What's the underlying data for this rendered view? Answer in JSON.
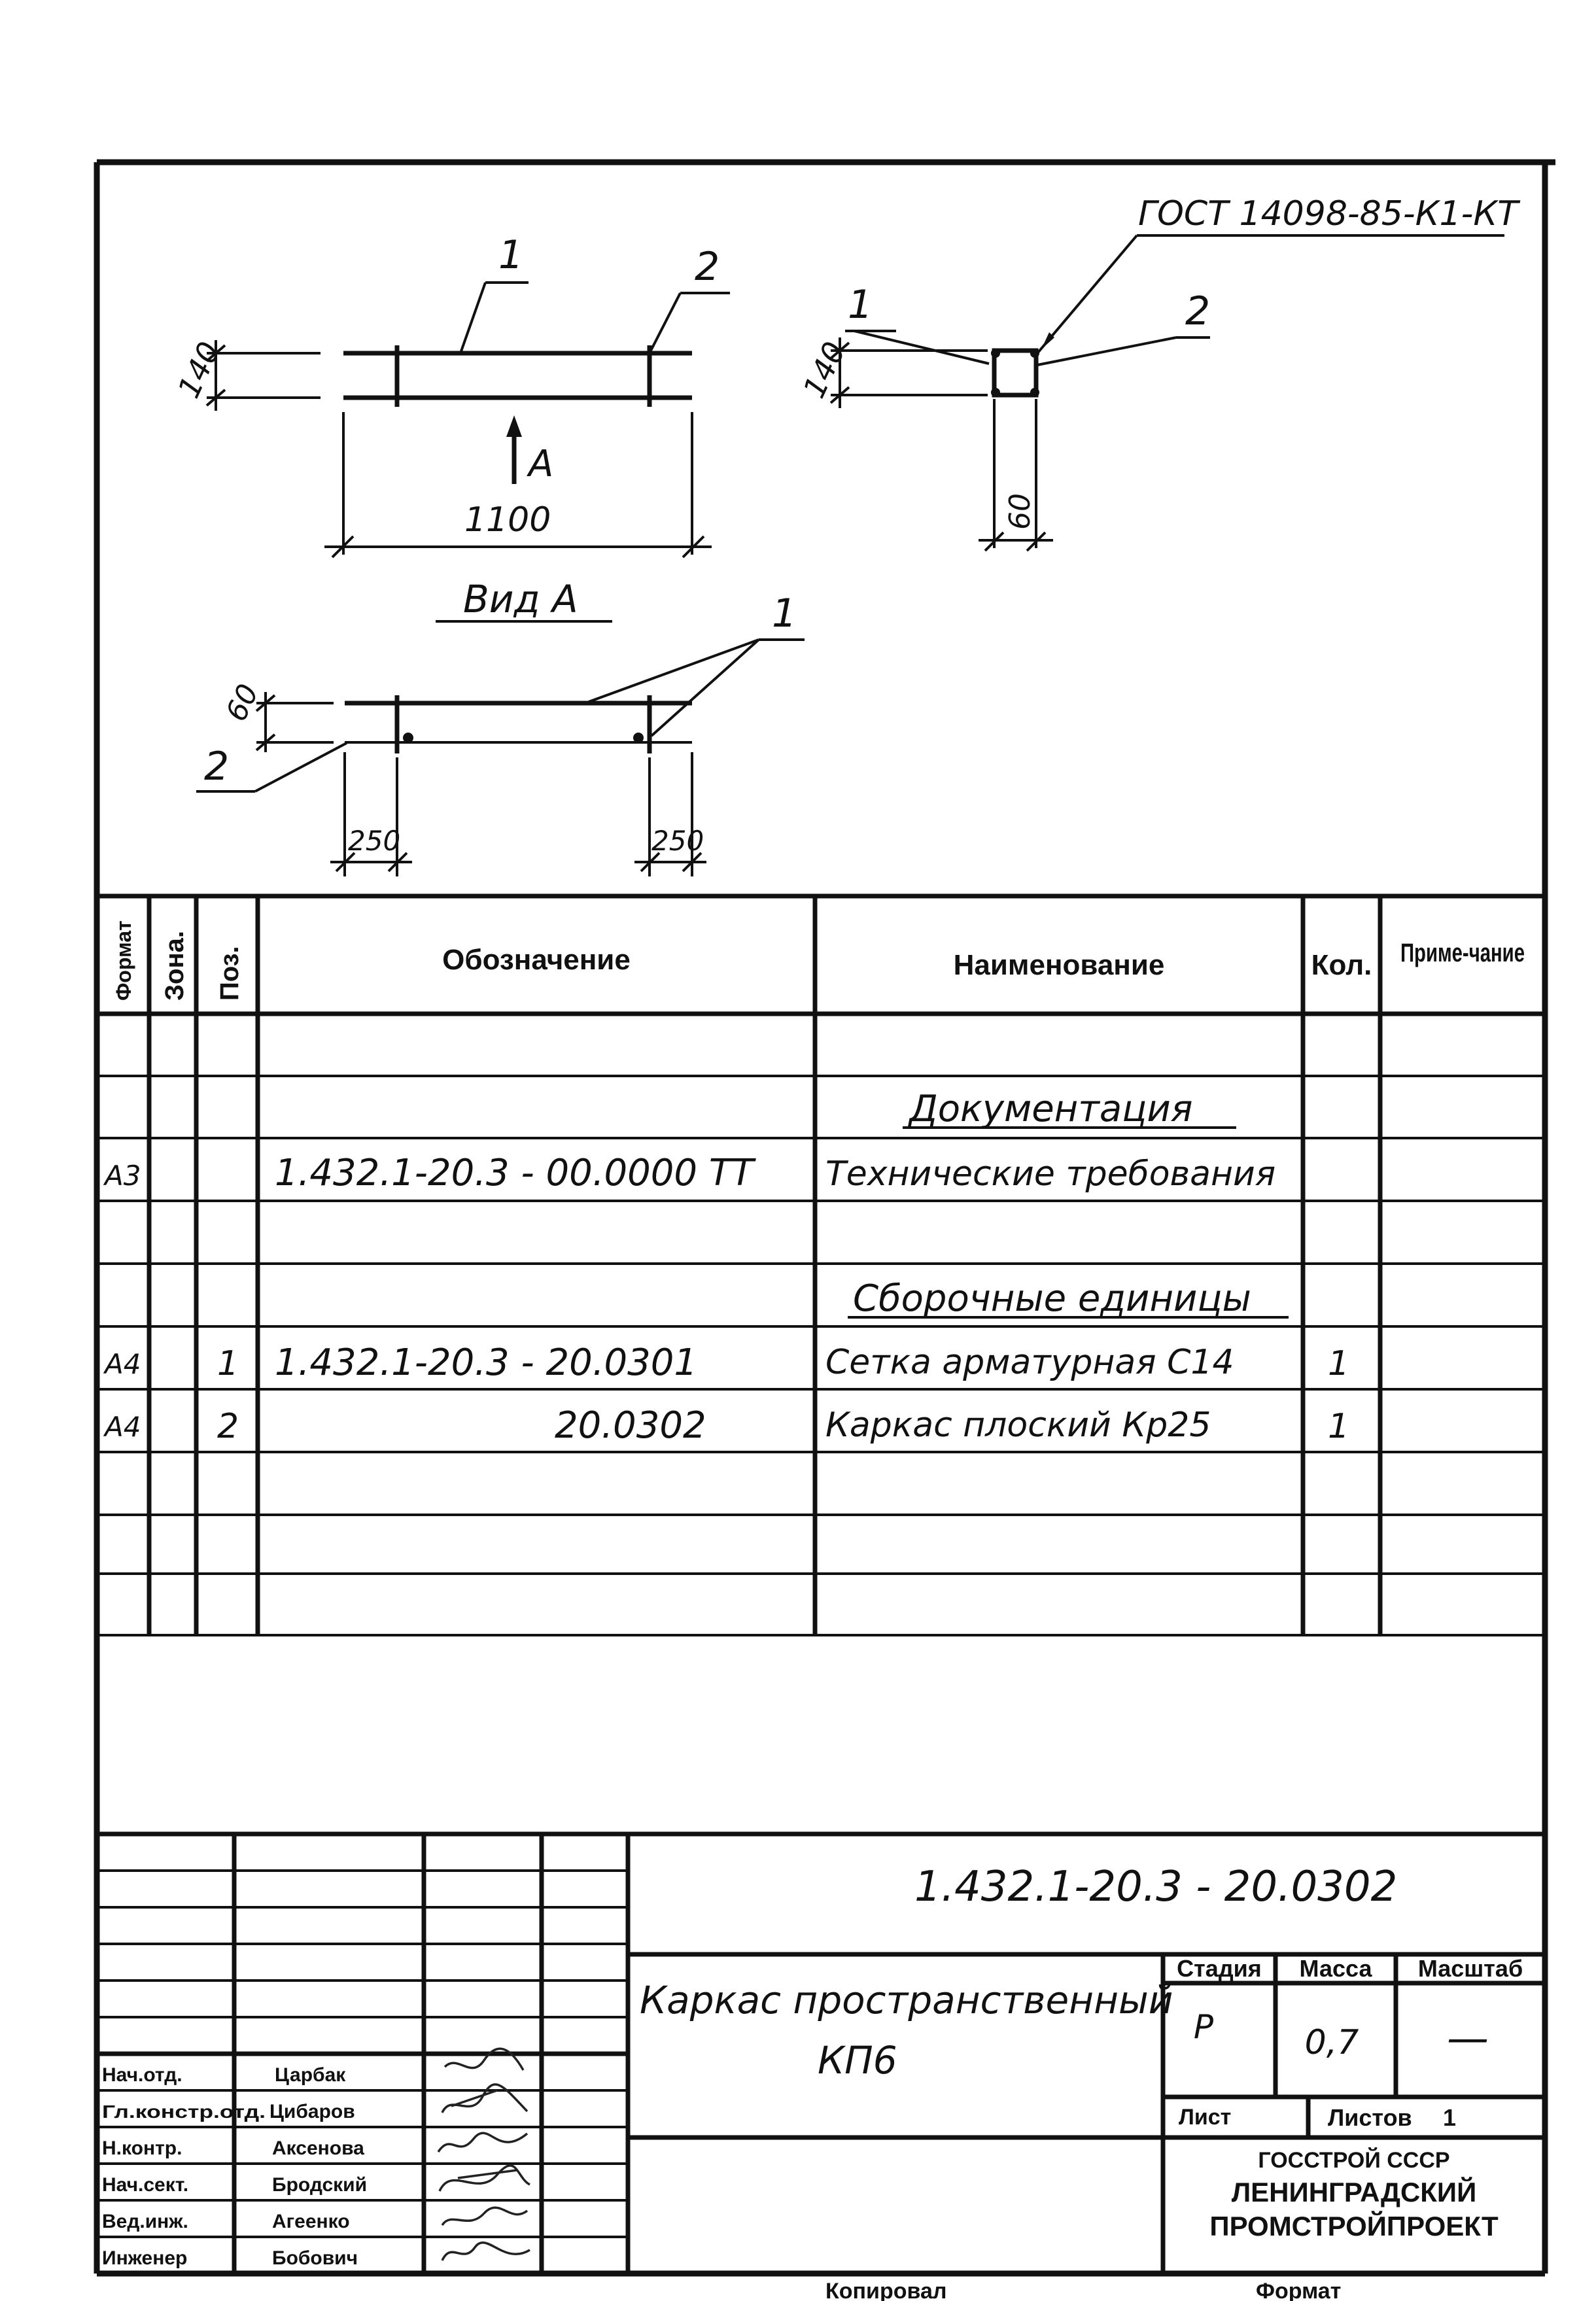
{
  "drawing": {
    "gost_label": "ГОСТ 14098-85-К1-КТ",
    "leader_1": "1",
    "leader_2": "2",
    "dim_140": "140",
    "dim_60": "60",
    "dim_1100": "1100",
    "dim_250": "250",
    "view_arrow": "А",
    "view_title": "Вид А"
  },
  "spec_table": {
    "headers": {
      "format": "Формат",
      "zone": "Зона.",
      "pos": "Поз.",
      "designation": "Обозначение",
      "name": "Наименование",
      "qty": "Кол.",
      "note": "Приме-чание"
    },
    "rows": [
      {
        "format": "",
        "zone": "",
        "pos": "",
        "designation": "",
        "name": "",
        "qty": "",
        "note": ""
      },
      {
        "format": "",
        "zone": "",
        "pos": "",
        "designation": "",
        "name": "Документация",
        "qty": "",
        "note": ""
      },
      {
        "format": "А3",
        "zone": "",
        "pos": "",
        "designation": "1.432.1-20.3 - 00.0000 ТТ",
        "name": "Технические требования",
        "qty": "",
        "note": ""
      },
      {
        "format": "",
        "zone": "",
        "pos": "",
        "designation": "",
        "name": "",
        "qty": "",
        "note": ""
      },
      {
        "format": "",
        "zone": "",
        "pos": "",
        "designation": "",
        "name": "Сборочные единицы",
        "qty": "",
        "note": ""
      },
      {
        "format": "А4",
        "zone": "",
        "pos": "1",
        "designation": "1.432.1-20.3 - 20.0301",
        "name": "Сетка арматурная С14",
        "qty": "1",
        "note": ""
      },
      {
        "format": "А4",
        "zone": "",
        "pos": "2",
        "designation": "20.0302",
        "name": "Каркас плоский Кр25",
        "qty": "1",
        "note": ""
      },
      {
        "format": "",
        "zone": "",
        "pos": "",
        "designation": "",
        "name": "",
        "qty": "",
        "note": ""
      },
      {
        "format": "",
        "zone": "",
        "pos": "",
        "designation": "",
        "name": "",
        "qty": "",
        "note": ""
      },
      {
        "format": "",
        "zone": "",
        "pos": "",
        "designation": "",
        "name": "",
        "qty": "",
        "note": ""
      }
    ]
  },
  "title_block": {
    "document_code": "1.432.1-20.3 - 20.0302",
    "title_line1": "Каркас пространственный",
    "title_line2": "КП6",
    "stage_label": "Стадия",
    "mass_label": "Масса",
    "scale_label": "Масштаб",
    "stage_value": "Р",
    "mass_value": "0,7",
    "scale_value": "—",
    "sheet_label": "Лист",
    "sheets_label": "Листов",
    "sheets_value": "1",
    "org_line1": "ГОССТРОЙ СССР",
    "org_line2": "ЛЕНИНГРАДСКИЙ",
    "org_line3": "ПРОМСТРОЙПРОЕКТ",
    "signatories": [
      {
        "role": "Нач.отд.",
        "name": "Царбак"
      },
      {
        "role": "Гл.констр.отд.",
        "name": "Цибаров"
      },
      {
        "role": "Н.контр.",
        "name": "Аксенова"
      },
      {
        "role": "Нач.сект.",
        "name": "Бродский"
      },
      {
        "role": "Вед.инж.",
        "name": "Агеенко"
      },
      {
        "role": "Инженер",
        "name": "Бобович"
      }
    ]
  },
  "footer": {
    "copied": "Копировал",
    "format": "Формат"
  }
}
